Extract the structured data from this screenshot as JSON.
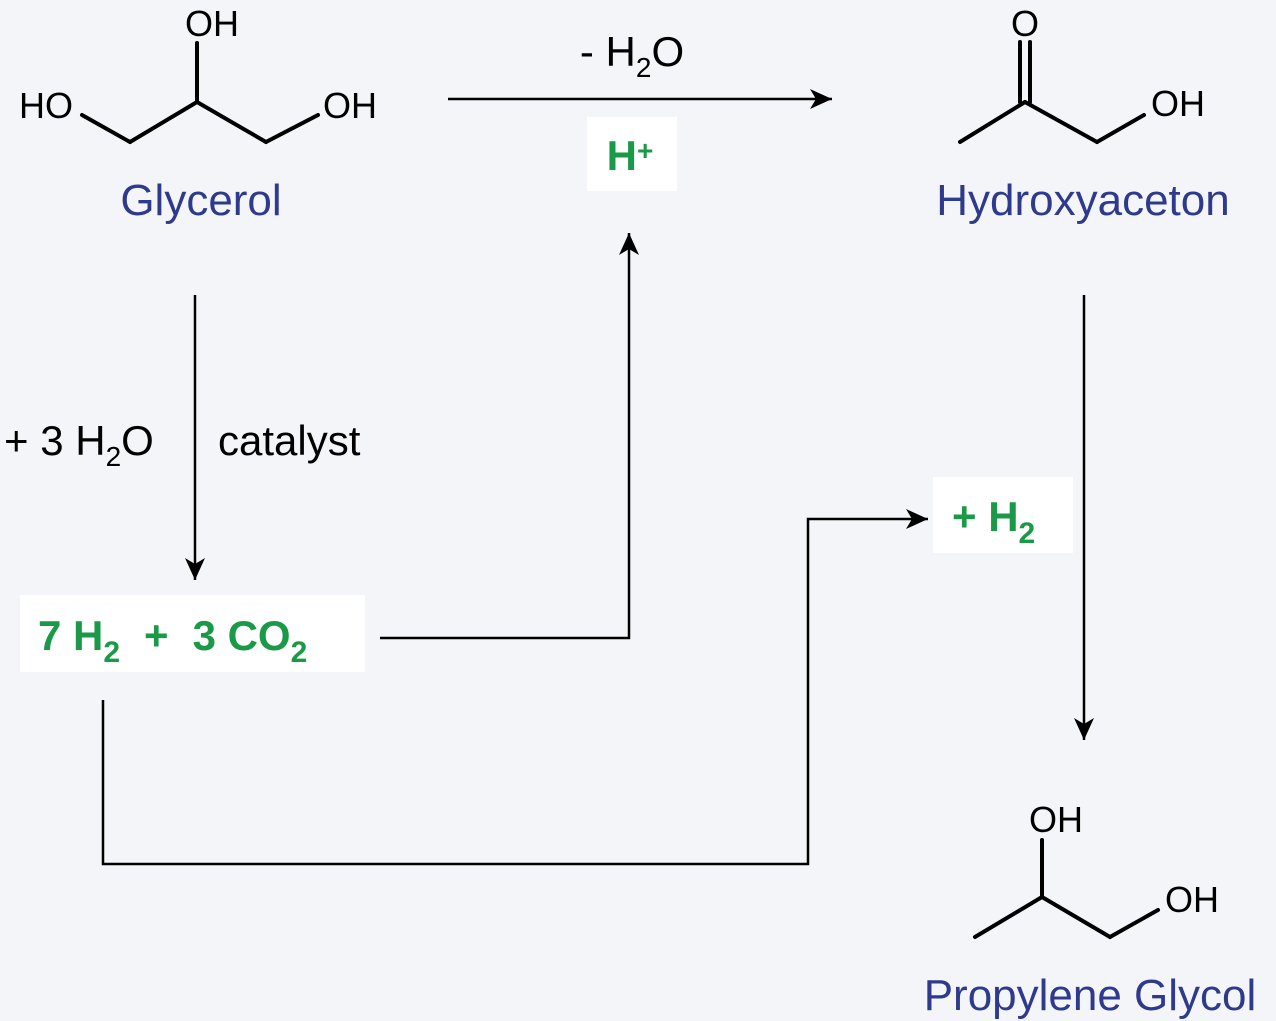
{
  "colors": {
    "background": "#f4f5f8",
    "compound_name": "#2e3a8c",
    "green_text": "#1a9a48",
    "line": "#000000"
  },
  "atom_labels": {
    "oh": "OH",
    "ho": "HO",
    "o": "O"
  },
  "compounds": {
    "glycerol": "Glycerol",
    "hydroxyaceton": "Hydroxyaceton",
    "propylene_glycol": "Propylene Glycol"
  },
  "reactions": {
    "dehydration": {
      "prefix": "- H",
      "sub": "2",
      "suffix": "O"
    },
    "acid_catalyst": {
      "main": "H",
      "sup": "+"
    },
    "reforming": {
      "prefix": "+ 3 H",
      "sub": "2",
      "suffix": "O",
      "catalyst": "catalyst"
    },
    "products": {
      "h2_coeff": "7 H",
      "h2_sub": "2",
      "plus": "+",
      "co2": "3 CO",
      "co2_sub": "2"
    },
    "hydrogenation": {
      "main": "+ H",
      "sub": "2"
    }
  }
}
